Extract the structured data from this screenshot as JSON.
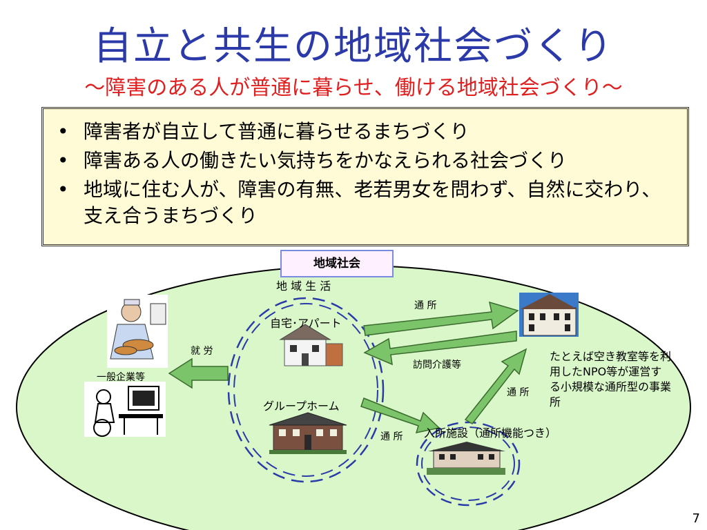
{
  "title": "自立と共生の地域社会づくり",
  "subtitle": "～障害のある人が普通に暮らせ、働ける地域社会づくり～",
  "bullets": [
    "障害者が自立して普通に暮らせるまちづくり",
    "障害ある人の働きたい気持ちをかなえられる社会づくり",
    "地域に住む人が、障害の有無、老若男女を問わず、自然に交わり、支え合うまちづくり"
  ],
  "diagram": {
    "community_label": "地域社会",
    "life_area_label": "地 域 生 活",
    "home_label": "自宅･アパート",
    "group_home_label": "グループホーム",
    "employment_arrow_label": "就 労",
    "company_label": "一般企業等",
    "commute_label_top": "通 所",
    "visit_care_label": "訪問介護等",
    "commute_label_right": "通 所",
    "commute_label_bottom": "通 所",
    "facility_label": "入所施設（通所機能つき）",
    "small_facility_note": "たとえば空き教室等を利用したNPO等が運営する小規模な通所型の事業所"
  },
  "colors": {
    "title": "#2b3aa8",
    "subtitle": "#e02020",
    "bullet_box_bg": "#fffbd6",
    "community_fill": "#d9f7c8",
    "arrow_fill": "#7cc46a",
    "dashed_circle": "#2a3aa8"
  },
  "page_number": "7"
}
